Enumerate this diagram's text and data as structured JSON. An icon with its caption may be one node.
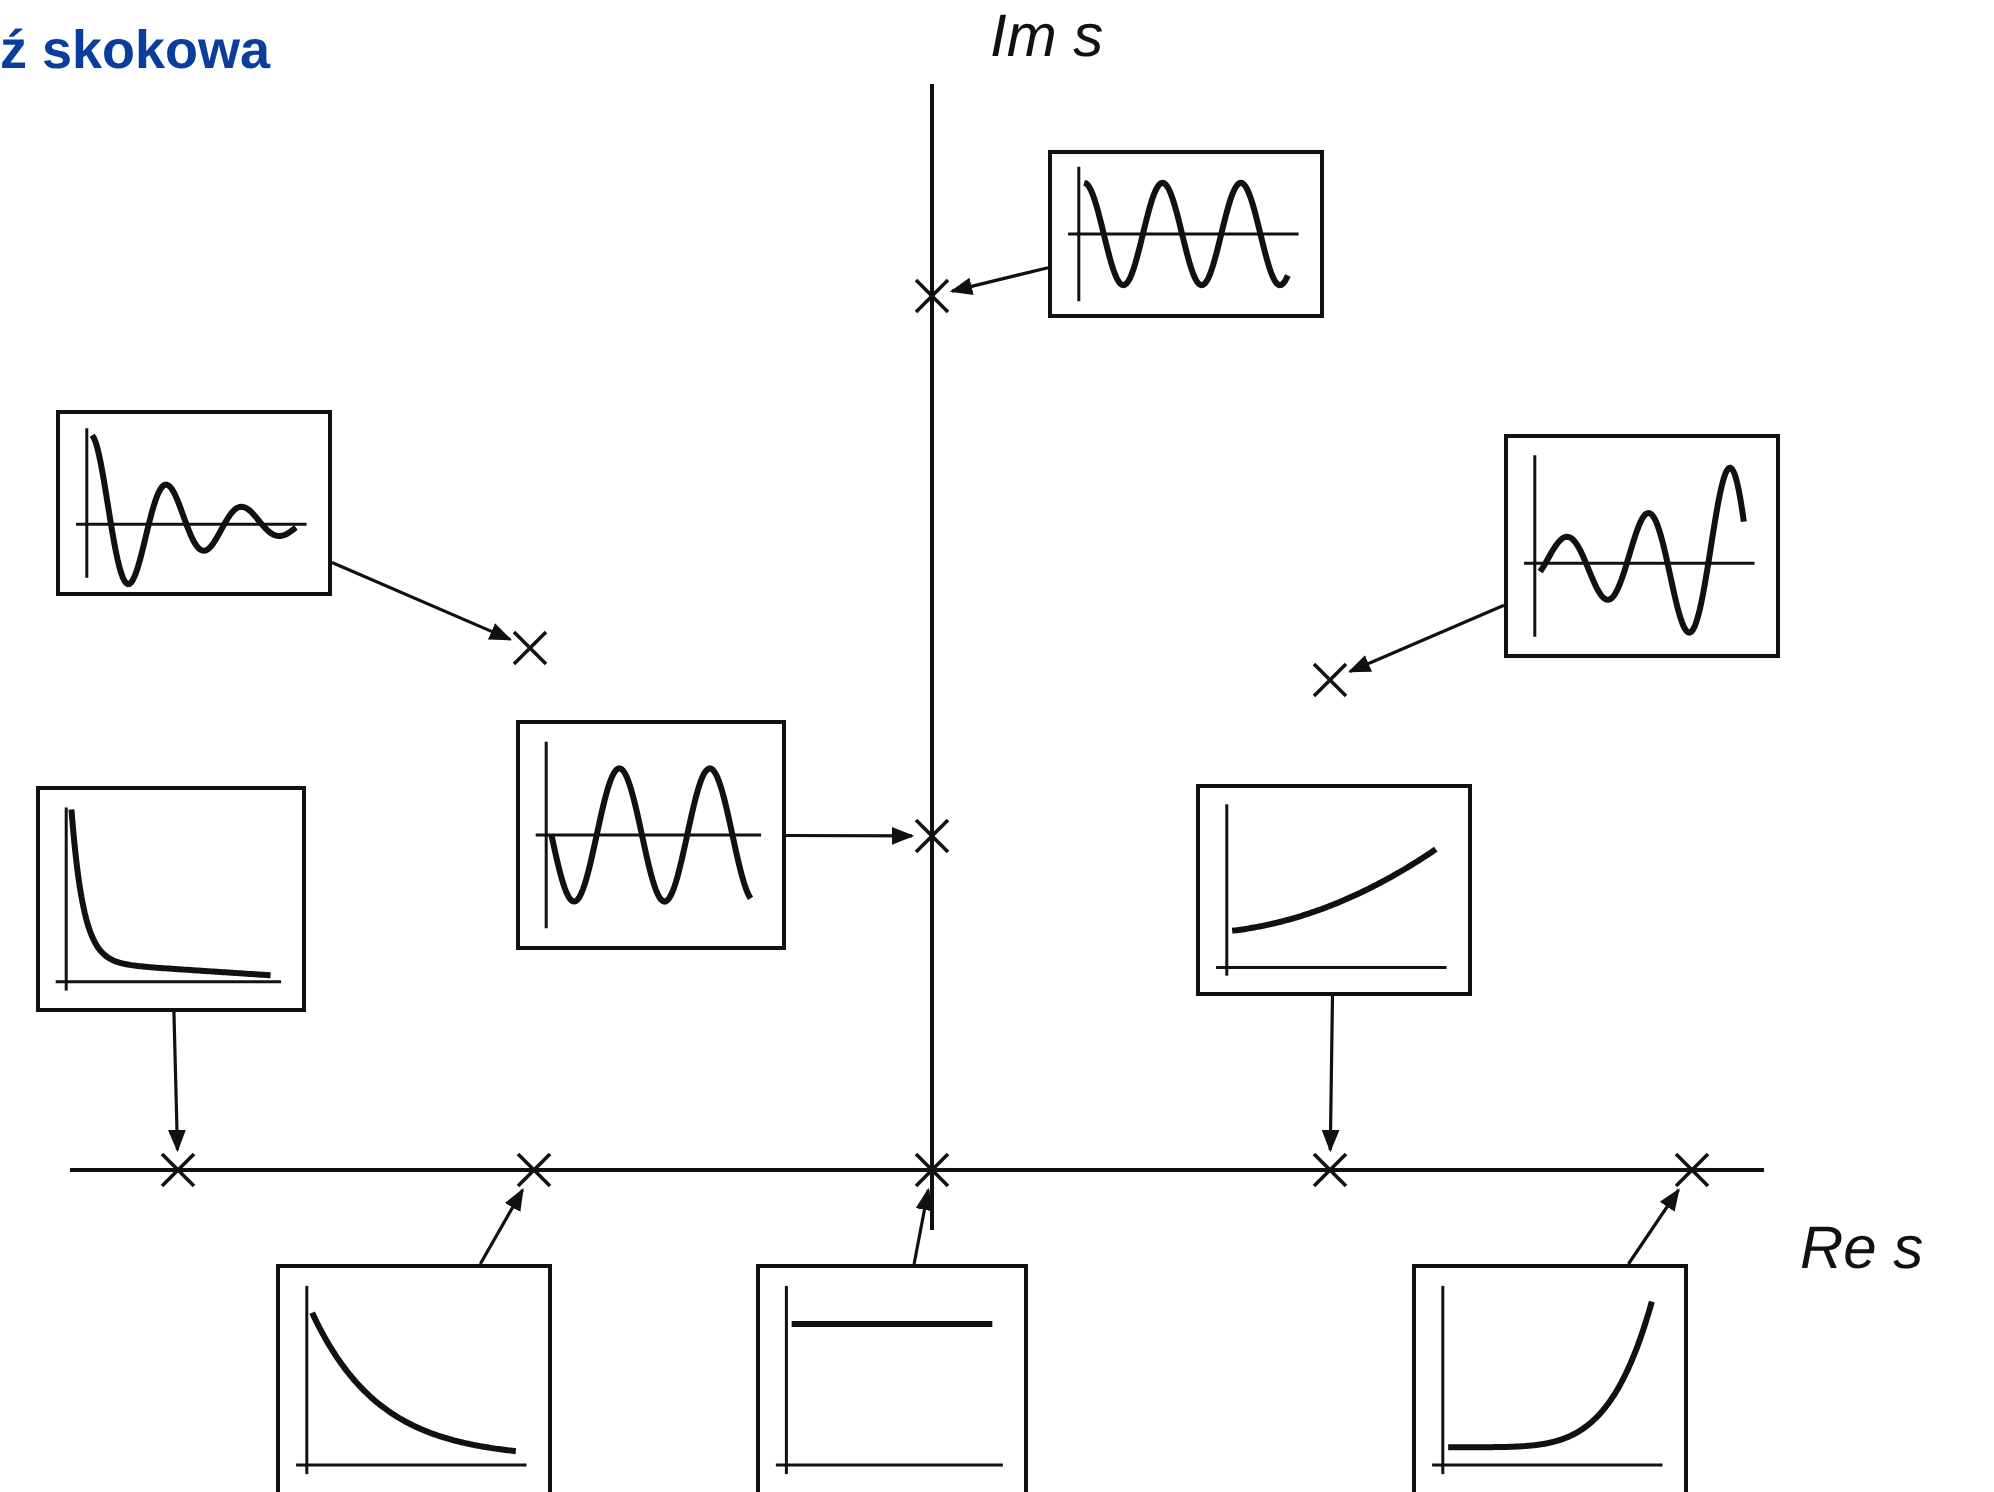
{
  "diagram": {
    "title": "ź skokowa",
    "nodes": [
      {
        "text": [],
        "shape": "picture"
      },
      {
        "text": [],
        "shape": "cross"
      },
      {
        "text": [],
        "shape": "picture"
      },
      {
        "text": [],
        "shape": "picture"
      },
      {
        "text": [],
        "shape": "cross"
      },
      {
        "text": [],
        "shape": "cross"
      },
      {
        "text": [],
        "shape": "picture"
      },
      {
        "text": [],
        "shape": "picture"
      },
      {
        "text": [],
        "shape": "picture"
      },
      {
        "text": [],
        "shape": "cross"
      },
      {
        "text": [],
        "shape": "cross"
      },
      {
        "text": [],
        "shape": "cross"
      },
      {
        "text": [],
        "shape": "cross"
      },
      {
        "text": [],
        "shape": "cross"
      },
      {
        "text": [],
        "shape": "cross"
      },
      {
        "text": [],
        "shape": "picture"
      },
      {
        "text": [],
        "shape": "picture"
      },
      {
        "text": [],
        "shape": "picture"
      }
    ],
    "edges": [
      {
        "from": 0,
        "to": 1,
        "arrow": "to"
      },
      {
        "from": 2,
        "to": 4,
        "arrow": "to"
      },
      {
        "from": 3,
        "to": 5,
        "arrow": "to"
      },
      {
        "from": 6,
        "to": 9,
        "arrow": "to"
      },
      {
        "from": 7,
        "to": 10,
        "arrow": "to"
      },
      {
        "from": 8,
        "to": 13,
        "arrow": "to"
      },
      {
        "from": 15,
        "to": 11,
        "arrow": "to"
      },
      {
        "from": 16,
        "to": 12,
        "arrow": "to"
      },
      {
        "from": 17,
        "to": 14,
        "arrow": "to"
      }
    ],
    "labels": [
      "Im s",
      "Re s"
    ]
  }
}
